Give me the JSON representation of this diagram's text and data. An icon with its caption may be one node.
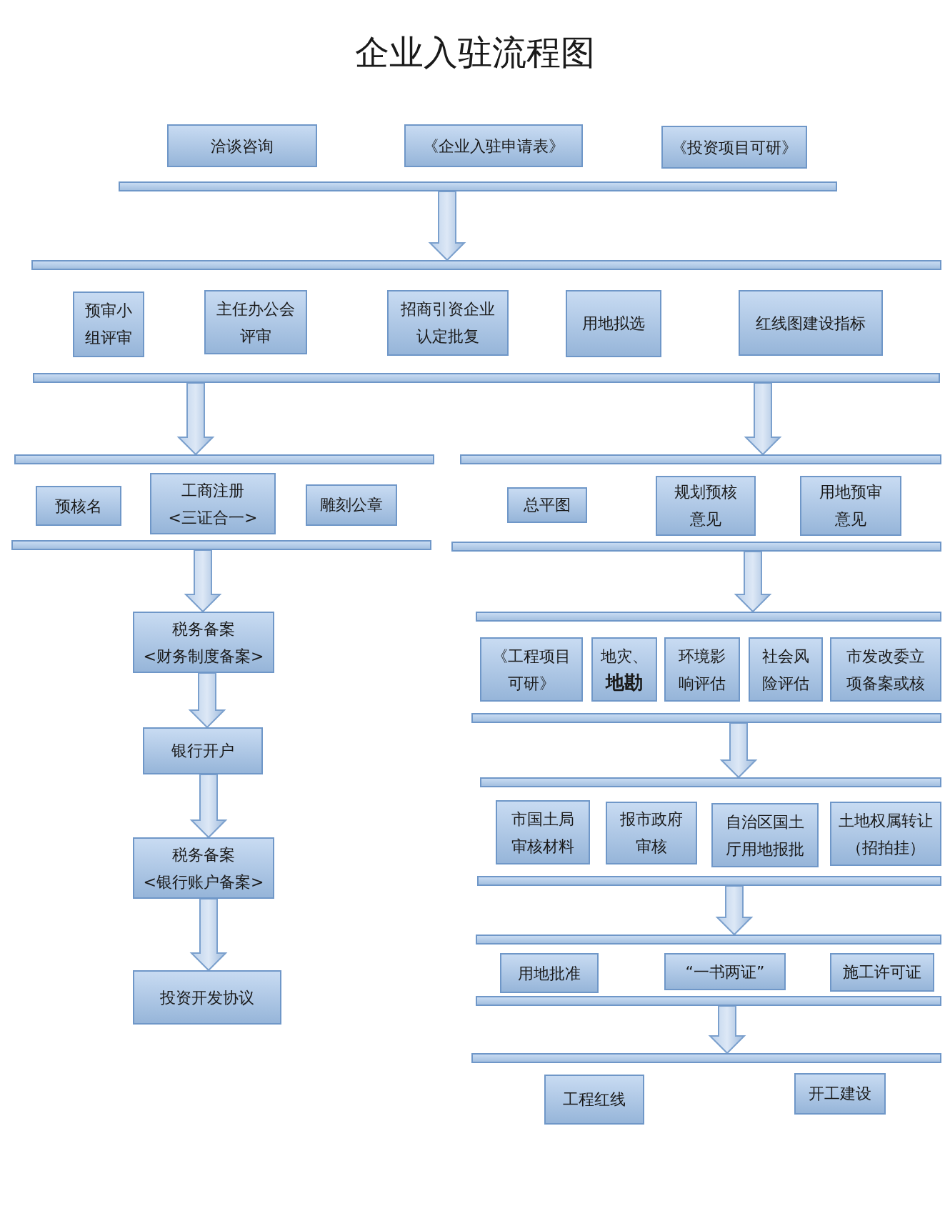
{
  "diagram": {
    "title": "企业入驻流程图",
    "nodes": [
      {
        "text": [
          "洽谈咨询"
        ]
      },
      {
        "text": [
          "《企业入驻申请表》"
        ]
      },
      {
        "text": [
          "《投资项目可研》"
        ]
      },
      {
        "text": [],
        "shape": "bar"
      },
      {
        "text": [],
        "shape": "bar"
      },
      {
        "text": [
          "预审小组评审"
        ]
      },
      {
        "text": [
          "主任办公会评审"
        ]
      },
      {
        "text": [
          "招商引资企业认定批复"
        ]
      },
      {
        "text": [
          "用地拟选"
        ]
      },
      {
        "text": [
          "红线图建设指标"
        ]
      },
      {
        "text": [],
        "shape": "bar"
      },
      {
        "text": [],
        "shape": "bar"
      },
      {
        "text": [
          "预核名"
        ]
      },
      {
        "text": [
          "工商注册",
          "<三证合一>"
        ]
      },
      {
        "text": [
          "雕刻公章"
        ]
      },
      {
        "text": [],
        "shape": "bar"
      },
      {
        "text": [
          "税务备案",
          "<财务制度备案>"
        ]
      },
      {
        "text": [
          "银行开户"
        ]
      },
      {
        "text": [
          "税务备案",
          "<银行账户备案>"
        ]
      },
      {
        "text": [
          "投资开发协议"
        ]
      },
      {
        "text": [],
        "shape": "bar"
      },
      {
        "text": [
          "总平图"
        ]
      },
      {
        "text": [
          "规划预核意见"
        ]
      },
      {
        "text": [
          "用地预审意见"
        ]
      },
      {
        "text": [],
        "shape": "bar"
      },
      {
        "text": [],
        "shape": "bar"
      },
      {
        "text": [
          "《工程项目可研》"
        ]
      },
      {
        "text": [
          "地灾、**地勘**"
        ]
      },
      {
        "text": [
          "环境影响评估"
        ]
      },
      {
        "text": [
          "社会风险评估"
        ]
      },
      {
        "text": [
          "市发改委立项备案或核"
        ]
      },
      {
        "text": [],
        "shape": "bar"
      },
      {
        "text": [],
        "shape": "bar"
      },
      {
        "text": [
          "市国土局审核材料"
        ]
      },
      {
        "text": [
          "报市政府审核"
        ]
      },
      {
        "text": [
          "自治区国土厅用地报批"
        ]
      },
      {
        "text": [
          "土地权属转让（招拍挂）"
        ]
      },
      {
        "text": [],
        "shape": "bar"
      },
      {
        "text": [],
        "shape": "bar"
      },
      {
        "text": [
          "用地批准"
        ]
      },
      {
        "text": [
          "“一书两证”"
        ]
      },
      {
        "text": [
          "施工许可证"
        ]
      },
      {
        "text": [],
        "shape": "bar"
      },
      {
        "text": [],
        "shape": "bar"
      },
      {
        "text": [
          "工程红线"
        ]
      },
      {
        "text": [
          "开工建设"
        ]
      }
    ],
    "edges": [
      {
        "from": 3,
        "to": 4,
        "arrow": "to"
      },
      {
        "from": 10,
        "to": 11,
        "arrow": "to"
      },
      {
        "from": 10,
        "to": 20,
        "arrow": "to"
      },
      {
        "from": 15,
        "to": 16,
        "arrow": "to"
      },
      {
        "from": 16,
        "to": 17,
        "arrow": "to"
      },
      {
        "from": 17,
        "to": 18,
        "arrow": "to"
      },
      {
        "from": 18,
        "to": 19,
        "arrow": "to"
      },
      {
        "from": 24,
        "to": 25,
        "arrow": "to"
      },
      {
        "from": 31,
        "to": 32,
        "arrow": "to"
      },
      {
        "from": 37,
        "to": 38,
        "arrow": "to"
      },
      {
        "from": 42,
        "to": 43,
        "arrow": "to"
      }
    ]
  }
}
